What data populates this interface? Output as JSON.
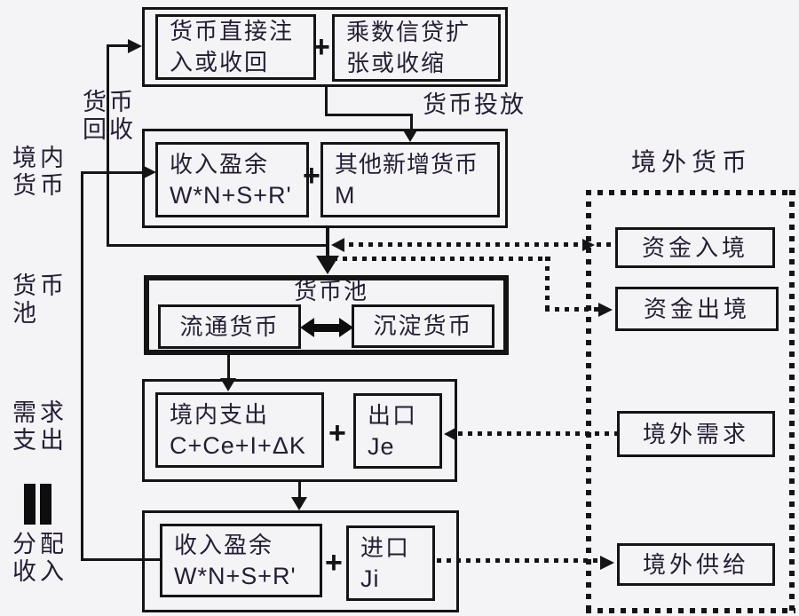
{
  "colors": {
    "background": "#f4f3f6",
    "line": "#141414",
    "text": "#241e33"
  },
  "side_labels": {
    "domestic_currency": {
      "l1": "境内",
      "l2": "货币"
    },
    "currency_pool": {
      "l1": "货币",
      "l2": "池"
    },
    "demand_expenditure": {
      "l1": "需求",
      "l2": "支出"
    },
    "distribution_income": {
      "l1": "分配",
      "l2": "收入"
    }
  },
  "flow_labels": {
    "currency_recall": {
      "l1": "货币",
      "l2": "回收"
    },
    "currency_issuance": "货币投放",
    "foreign_currency": "境外货币"
  },
  "operators": {
    "plus": "+"
  },
  "boxes": {
    "direct_injection": {
      "l1": "货币直接注",
      "l2": "入或收回"
    },
    "multiplier_credit": {
      "l1": "乘数信贷扩",
      "l2": "张或收缩"
    },
    "income_surplus_top": {
      "title": "收入盈余",
      "formula": "W*N+S+R'"
    },
    "other_new_money": {
      "title": "其他新增货币",
      "formula": "M"
    },
    "currency_pool_title": "货币池",
    "circulating_currency": "流通货币",
    "settled_currency": "沉淀货币",
    "domestic_expenditure": {
      "title": "境内支出",
      "formula": "C+Ce+I+ΔK"
    },
    "export": {
      "title": "出口",
      "formula": "Je"
    },
    "income_surplus_bottom": {
      "title": "收入盈余",
      "formula": "W*N+S+R'"
    },
    "import": {
      "title": "进口",
      "formula": "Ji"
    },
    "capital_inflow": "资金入境",
    "capital_outflow": "资金出境",
    "foreign_demand": "境外需求",
    "foreign_supply": "境外供给"
  }
}
